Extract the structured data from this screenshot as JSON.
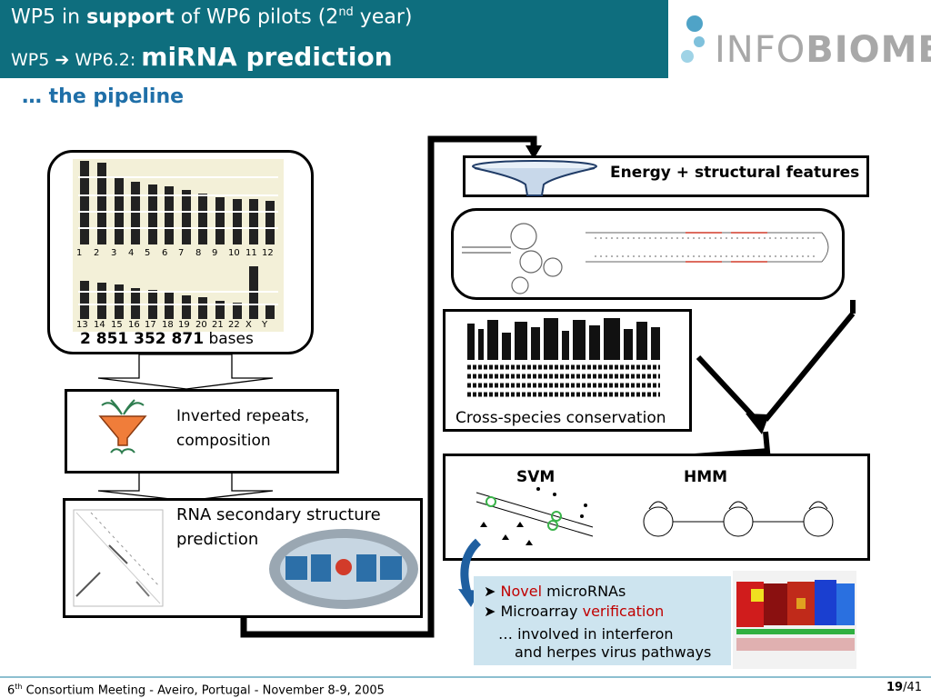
{
  "header": {
    "line1_prefix": "WP5 in ",
    "line1_bold": "support",
    "line1_mid": " of WP6 pilots (2",
    "line1_sup": "nd",
    "line1_suffix": " year)",
    "line2_from": "WP5",
    "line2_arrow": "➔",
    "line2_to": "WP6.2:",
    "line2_big": "miRNA prediction"
  },
  "logo": {
    "light": "INFO",
    "bold": "BIOMED"
  },
  "subtitle": "… the pipeline",
  "chromosomes": {
    "row1_labels": [
      "1",
      "2",
      "3",
      "4",
      "5",
      "6",
      "7",
      "8",
      "9",
      "10",
      "11",
      "12"
    ],
    "row2_labels": [
      "13",
      "14",
      "15",
      "16",
      "17",
      "18",
      "19",
      "20",
      "21",
      "22",
      "X",
      "Y"
    ],
    "caption_num": "2  851 352 871",
    "caption_unit": " bases"
  },
  "steps": {
    "inverted": {
      "line1": "Inverted repeats,",
      "line2": "composition"
    },
    "rna": {
      "line1": "RNA secondary structure",
      "line2": "prediction"
    },
    "energy": "Energy + structural features",
    "conservation": "Cross-species conservation",
    "svm": "SVM",
    "hmm": "HMM"
  },
  "results": {
    "b1_red": "Novel",
    "b1_rest": " microRNAs",
    "b2_start": "Microarray ",
    "b2_red": "verification",
    "b3": "… involved in interferon",
    "b4": "and herpes virus pathways"
  },
  "footer": {
    "num": "6",
    "sup": "th",
    "text": "  Consortium Meeting  - Aveiro, Portugal  - November 8-9, 2005",
    "page_current": "19",
    "page_total": "/41"
  },
  "colors": {
    "header_bg": "#0e6e7e",
    "subtitle": "#1f6fa8",
    "accent_red": "#c00000",
    "results_bg": "#cde4ef",
    "logo_dot": "#4fa3c7"
  }
}
